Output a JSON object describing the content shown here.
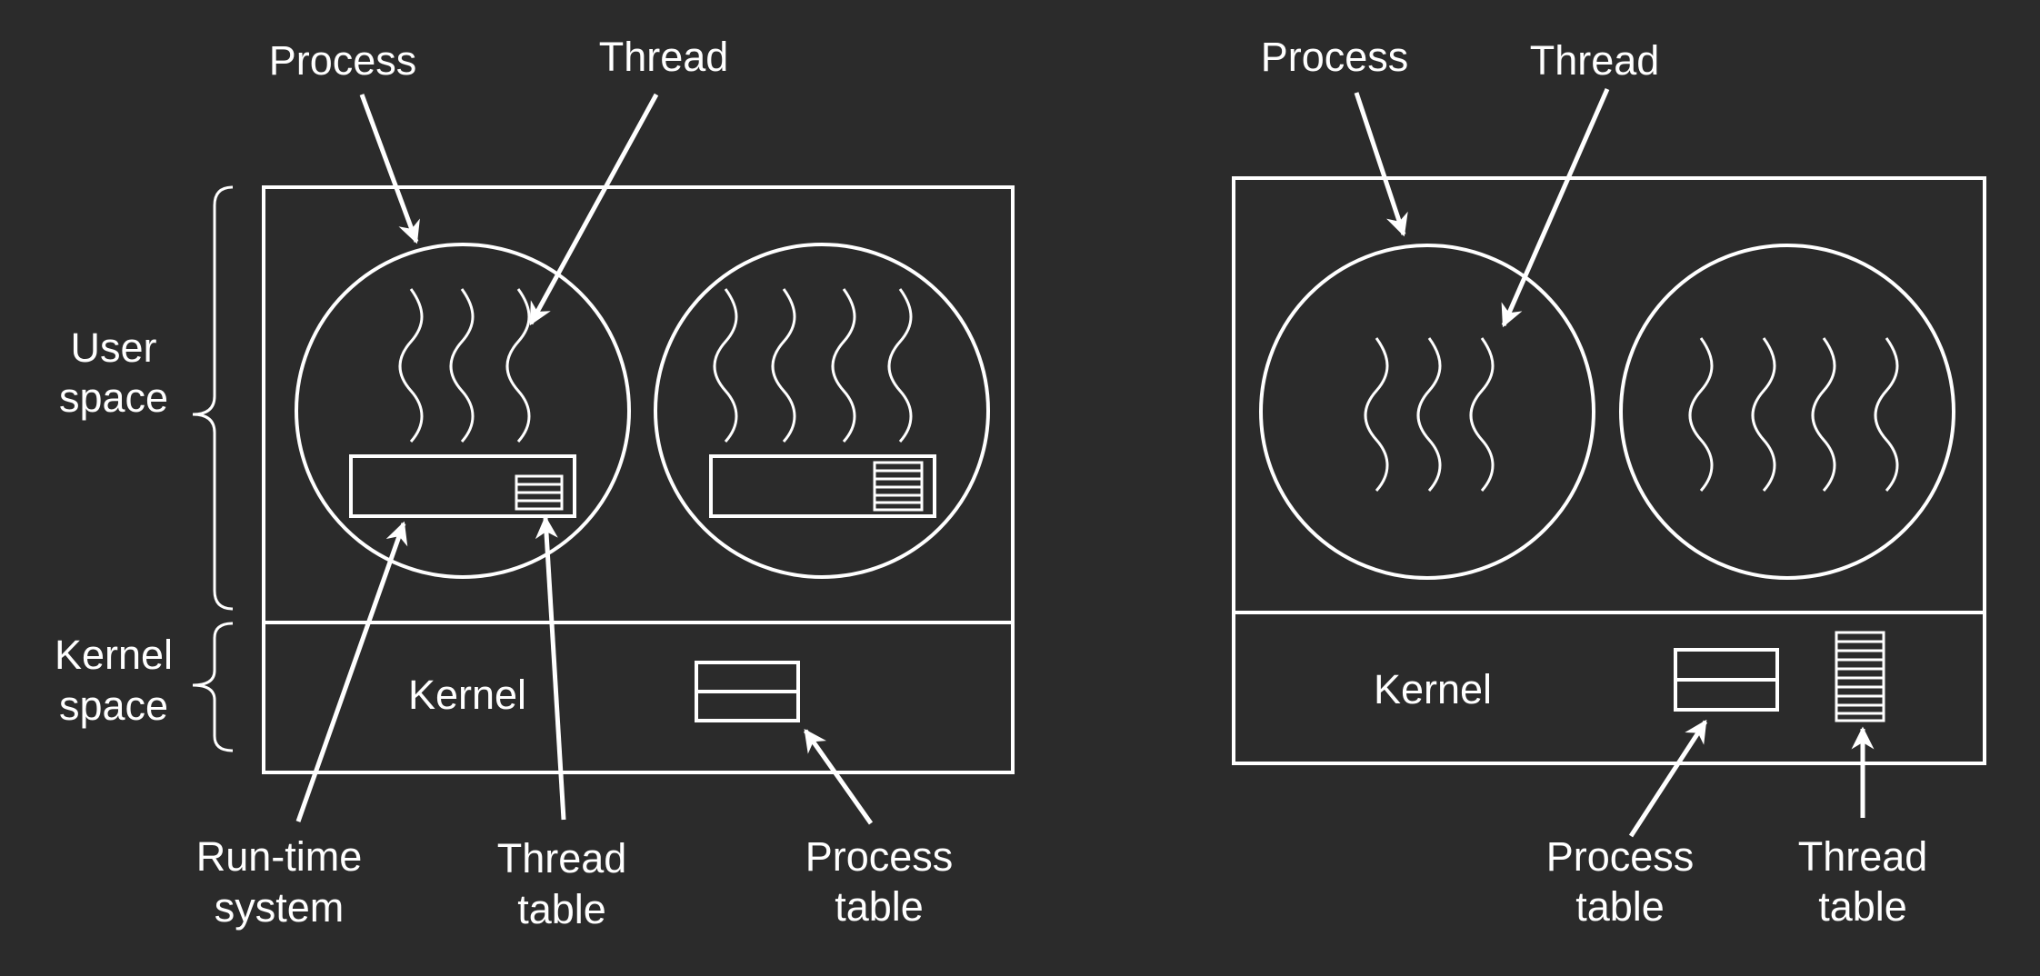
{
  "colors": {
    "background": "#2b2b2b",
    "foreground": "#ffffff"
  },
  "left": {
    "process_label": "Process",
    "thread_label": "Thread",
    "user_space_line1": "User",
    "user_space_line2": "space",
    "kernel_space_line1": "Kernel",
    "kernel_space_line2": "space",
    "kernel_label": "Kernel",
    "runtime_line1": "Run-time",
    "runtime_line2": "system",
    "thread_table_line1": "Thread",
    "thread_table_line2": "table",
    "process_table_line1": "Process",
    "process_table_line2": "table"
  },
  "right": {
    "process_label": "Process",
    "thread_label": "Thread",
    "kernel_label": "Kernel",
    "process_table_line1": "Process",
    "process_table_line2": "table",
    "thread_table_line1": "Thread",
    "thread_table_line2": "table"
  }
}
